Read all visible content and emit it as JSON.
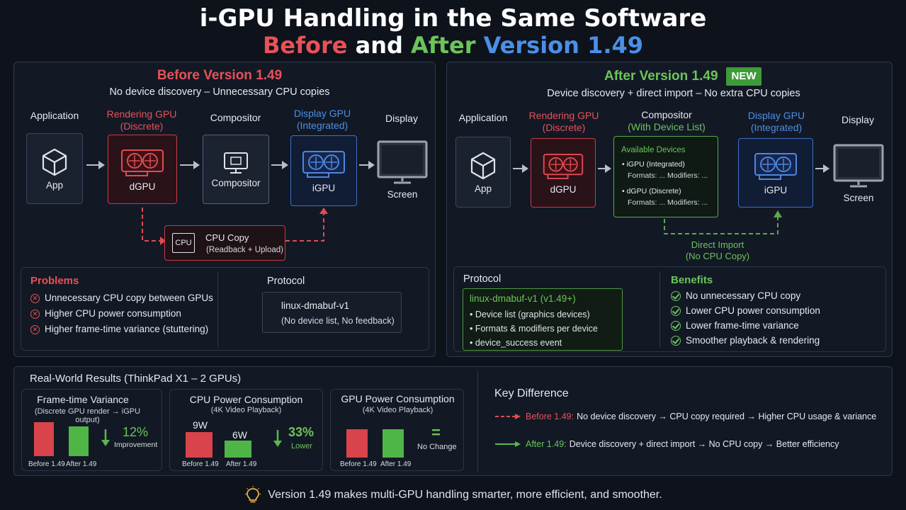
{
  "header": {
    "title_line1": "i-GPU Handling in the Same Software",
    "before": "Before",
    "and": "and",
    "after": "After",
    "version": "Version 1.49"
  },
  "before_panel": {
    "title": "Before Version 1.49",
    "subtitle": "No device discovery – Unnecessary CPU copies",
    "nodes": {
      "application": "Application",
      "rendering_gpu": "Rendering GPU",
      "rendering_gpu_sub": "(Discrete)",
      "compositor": "Compositor",
      "display_gpu": "Display GPU",
      "display_gpu_sub": "(Integrated)",
      "display": "Display"
    },
    "boxes": {
      "app": "App",
      "dgpu": "dGPU",
      "compositor": "Compositor",
      "igpu": "iGPU",
      "screen": "Screen"
    },
    "cpu_copy": {
      "chip": "CPU",
      "title": "CPU Copy",
      "sub": "(Readback + Upload)"
    },
    "problems": {
      "title": "Problems",
      "items": [
        "Unnecessary CPU copy between GPUs",
        "Higher CPU power consumption",
        "Higher frame-time variance (stuttering)"
      ]
    },
    "protocol": {
      "title": "Protocol",
      "name": "linux-dmabuf-v1",
      "note": "(No device list, No feedback)"
    }
  },
  "after_panel": {
    "title": "After Version 1.49",
    "badge": "NEW",
    "subtitle": "Device discovery + direct import – No extra CPU copies",
    "nodes": {
      "application": "Application",
      "rendering_gpu": "Rendering GPU",
      "rendering_gpu_sub": "(Discrete)",
      "compositor": "Compositor",
      "compositor_sub": "(With Device List)",
      "display_gpu": "Display GPU",
      "display_gpu_sub": "(Integrated)",
      "display": "Display"
    },
    "boxes": {
      "app": "App",
      "dgpu": "dGPU",
      "igpu": "iGPU",
      "screen": "Screen"
    },
    "devices": {
      "title": "Available Devices",
      "igpu": "• iGPU (Integrated)",
      "igpu_formats": "Formats: ...  Modifiers: ...",
      "dgpu": "• dGPU (Discrete)",
      "dgpu_formats": "Formats: ...  Modifiers: ..."
    },
    "direct_import": {
      "title": "Direct Import",
      "sub": "(No CPU Copy)"
    },
    "protocol": {
      "title": "Protocol",
      "name": "linux-dmabuf-v1 (v1.49+)",
      "items": [
        "• Device list (graphics devices)",
        "• Formats & modifiers per device",
        "• device_success event"
      ]
    },
    "benefits": {
      "title": "Benefits",
      "items": [
        "No unnecessary CPU copy",
        "Lower CPU power consumption",
        "Lower frame-time variance",
        "Smoother playback & rendering"
      ]
    }
  },
  "results": {
    "title": "Real-World Results (ThinkPad X1 – 2 GPUs)",
    "cards": [
      {
        "title": "Frame-time Variance",
        "sub": "(Discrete GPU render → iGPU output)",
        "before_label": "Before 1.49",
        "after_label": "After 1.49",
        "before_value": 1.0,
        "after_value": 0.88,
        "delta": "12%",
        "delta_label": "Improvement"
      },
      {
        "title": "CPU Power Consumption",
        "sub": "(4K Video Playback)",
        "before_label": "Before 1.49",
        "after_label": "After 1.49",
        "before_text": "9W",
        "after_text": "6W",
        "before_value": 9,
        "after_value": 6,
        "delta": "33%",
        "delta_label": "Lower"
      },
      {
        "title": "GPU Power Consumption",
        "sub": "(4K Video Playback)",
        "before_label": "Before 1.49",
        "after_label": "After 1.49",
        "before_value": 1.0,
        "after_value": 1.0,
        "delta": "=",
        "delta_label": "No Change"
      }
    ]
  },
  "key_difference": {
    "title": "Key Difference",
    "before_label": "Before 1.49:",
    "before_text": "No device discovery → CPU copy required → Higher CPU usage & variance",
    "after_label": "After 1.49:",
    "after_text": "Device discovery + direct import → No CPU copy → Better efficiency"
  },
  "footer": {
    "text": "Version 1.49 makes multi-GPU handling smarter, more efficient, and smoother."
  },
  "colors": {
    "red": "#e85158",
    "green": "#6cc45a",
    "blue": "#4b8fe6",
    "background": "#0d121b"
  }
}
